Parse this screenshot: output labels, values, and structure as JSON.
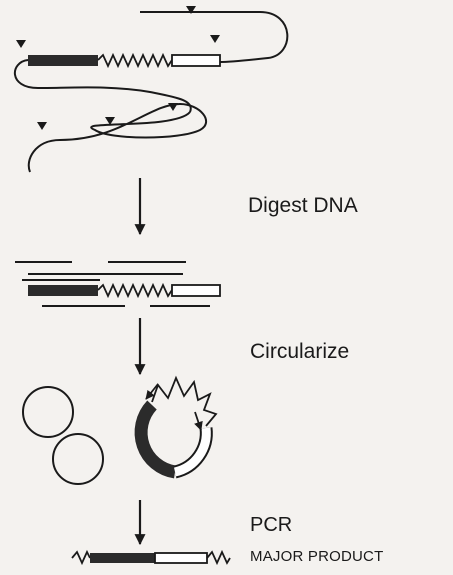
{
  "steps": {
    "digest": "Digest DNA",
    "circularize": "Circularize",
    "pcr": "PCR",
    "product": "MAJOR PRODUCT"
  },
  "colors": {
    "ink": "#1a1a1a",
    "background": "#f4f2ef",
    "known_region": "#2b2b2b",
    "flank_region": "#ffffff"
  },
  "icons": [
    "restriction-site-triangle-icon",
    "down-arrow-icon",
    "zigzag-insert-icon"
  ]
}
